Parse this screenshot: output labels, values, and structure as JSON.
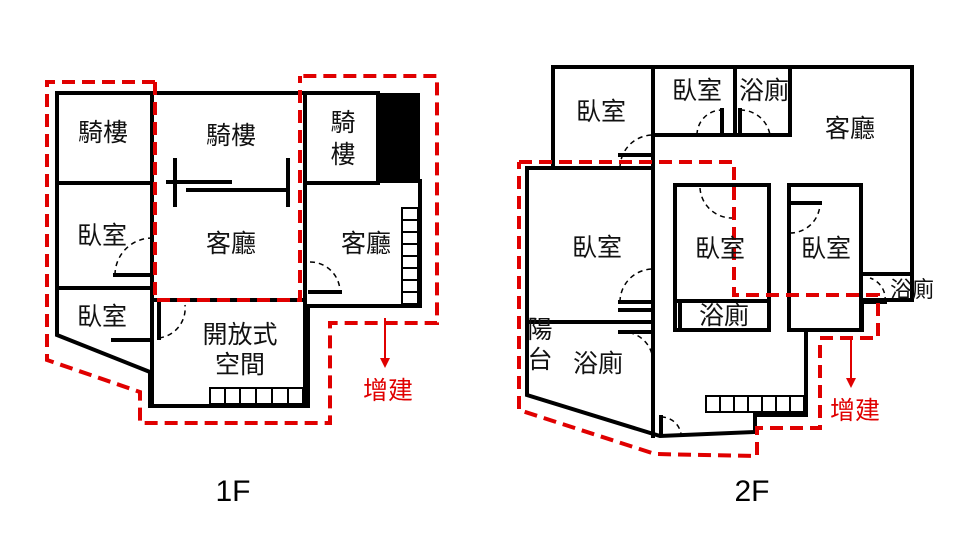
{
  "floor_1": {
    "label": "1F",
    "rooms": {
      "arcade_left": "騎樓",
      "arcade_center": "騎樓",
      "arcade_right_1": "騎",
      "arcade_right_2": "樓",
      "bedroom_upper": "臥室",
      "bedroom_lower": "臥室",
      "living_center": "客廳",
      "living_right": "客廳",
      "open_space_1": "開放式",
      "open_space_2": "空間"
    },
    "addition_note": "增建"
  },
  "floor_2": {
    "label": "2F",
    "rooms": {
      "bedroom_top_left": "臥室",
      "bedroom_top_mid": "臥室",
      "bath_top": "浴廁",
      "living": "客廳",
      "bedroom_left": "臥室",
      "bedroom_center": "臥室",
      "bedroom_right": "臥室",
      "bath_right": "浴廁",
      "bath_center": "浴廁",
      "balcony_1": "陽",
      "balcony_2": "台",
      "bath_left": "浴廁"
    },
    "addition_note": "增建"
  }
}
